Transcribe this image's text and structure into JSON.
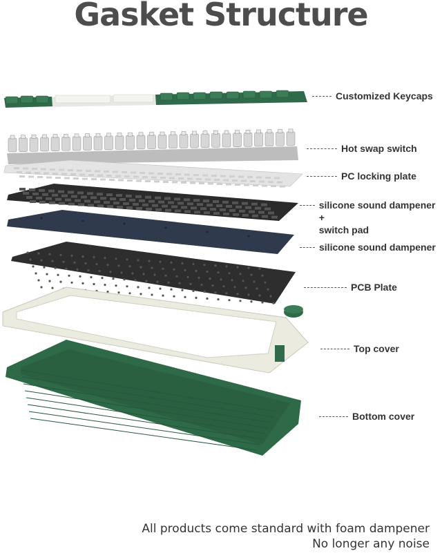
{
  "title": "Gasket Structure",
  "layers": [
    {
      "label": "Customized Keycaps"
    },
    {
      "label": "Hot swap switch"
    },
    {
      "label": "PC locking plate"
    },
    {
      "label": "silicone sound dampener +",
      "label2": "switch pad"
    },
    {
      "label": "silicone sound dampener"
    },
    {
      "label": "PCB Plate"
    },
    {
      "label": "Top cover"
    },
    {
      "label": "Bottom cover"
    }
  ],
  "footer": {
    "line1": "All products come standard with foam dampener",
    "line2": "No longer any noise"
  },
  "colors": {
    "keycap_green": "#2f6b4a",
    "keycap_white": "#e8e8e3",
    "switch_gray": "#cfcfcf",
    "pc_plate": "#e4e4e4",
    "dampener_black": "#2b2b2b",
    "switch_pad_navy": "#2f3a4c",
    "pcb_dark": "#2e2e2e",
    "top_cover_cream": "#ecebdf",
    "bottom_cover_green": "#2e6a47",
    "text": "#333333"
  }
}
